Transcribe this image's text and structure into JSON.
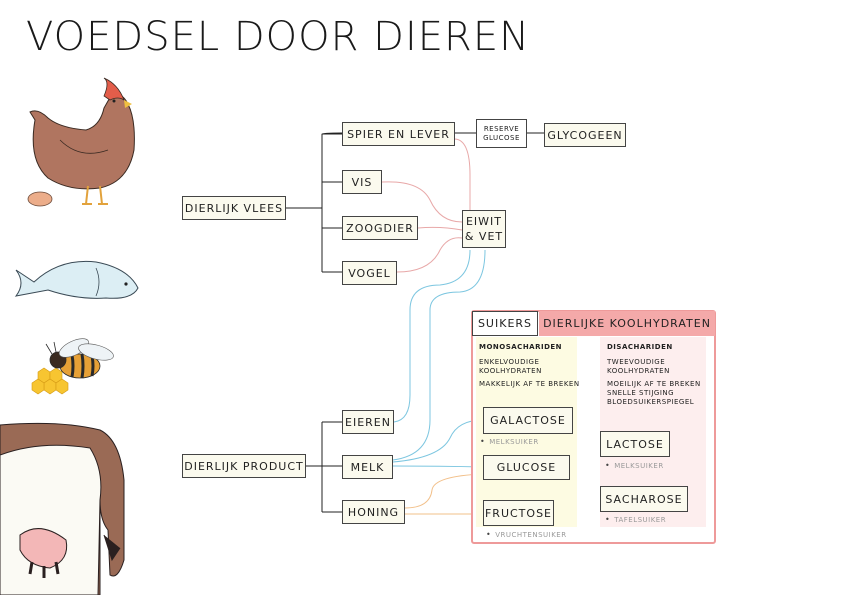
{
  "title": "VOEDSEL DOOR DIEREN",
  "animals": [
    "chicken-illustration",
    "egg-illustration",
    "fish-illustration",
    "bee-illustration",
    "honeycomb-illustration",
    "cow-illustration"
  ],
  "nodes": {
    "dierlijk_vlees": "DIERLIJK VLEES",
    "spier_en_lever": "SPIER EN LEVER",
    "reserve_glucose": "RESERVE GLUCOSE",
    "glycogeen": "GLYCOGEEN",
    "vis": "VIS",
    "zoogdier": "ZOOGDIER",
    "vogel": "VOGEL",
    "eiwit_vet": "EIWIT & VET",
    "dierlijk_product": "DIERLIJK PRODUCT",
    "eieren": "EIEREN",
    "melk": "MELK",
    "honing": "HONING",
    "suikers": "SUIKERS",
    "galactose": "GALACTOSE",
    "glucose": "GLUCOSE",
    "fructose": "FRUCTOSE",
    "lactose": "LACTOSE",
    "sacharose": "SACHAROSE"
  },
  "panel": {
    "header": "DIERLIJKE KOOLHYDRATEN",
    "mono": {
      "heading": "MONOSACHARIDEN",
      "line1": "ENKELVOUDIGE",
      "line2": "KOOLHYDRATEN",
      "line3": "MAKKELIJK AF TE BREKEN"
    },
    "di": {
      "heading": "DISACHARIDEN",
      "line1": "TWEEVOUDIGE",
      "line2": "KOOLHYDRATEN",
      "line3": "MOEILIJK AF TE BREKEN",
      "line4": "SNELLE STIJGING",
      "line5": "BLOEDSUIKERSPIEGEL"
    }
  },
  "notes": {
    "melksuiker_1": "MELKSUIKER",
    "melksuiker_2": "MELKSUIKER",
    "tafelsuiker": "TAFELSUIKER",
    "vruchtensuiker": "VRUCHTENSUIKER"
  },
  "colors": {
    "box_fill": "#fbfaee",
    "panel_border": "#ee9a9a",
    "panel_header": "#f4a9a9",
    "mono_fill": "#fdfbe2",
    "di_fill": "#fdeeee",
    "wire_pink": "#e8a8a8",
    "wire_blue": "#7cc6e0",
    "wire_orange": "#f2c08a",
    "chicken": "#b07560",
    "cow_brown": "#9a6a55",
    "fish": "#dceef4",
    "bee": "#e6a036",
    "honey": "#f7c531"
  }
}
